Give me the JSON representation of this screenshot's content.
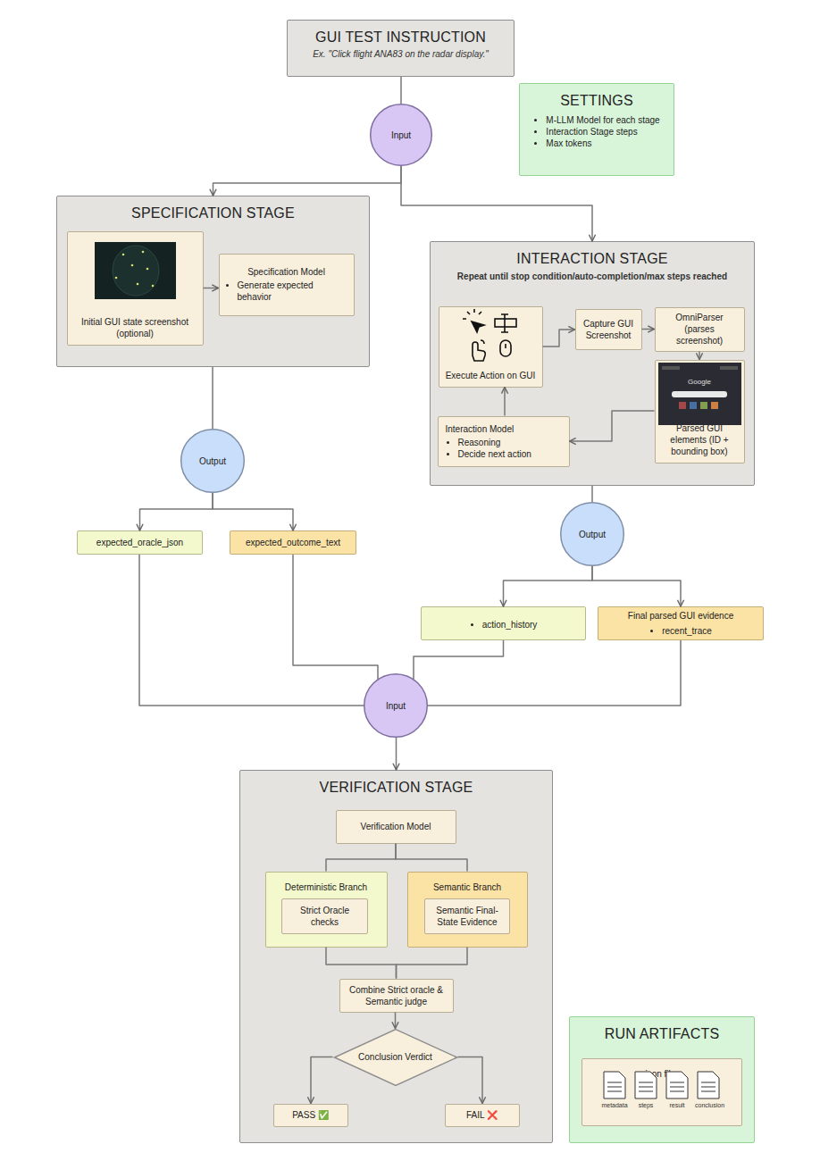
{
  "diagram": {
    "nodes": [
      {
        "text": [
          "GUI TEST INSTRUCTION",
          "Ex. \"Click flight ANA83 on the radar display.\""
        ]
      },
      {
        "text": [
          "SETTINGS",
          "M-LLM Model for each stage",
          "Interaction Stage steps",
          "Max tokens"
        ]
      },
      {
        "text": [
          "Input"
        ]
      },
      {
        "text": [
          "SPECIFICATION STAGE"
        ]
      },
      {
        "text": [
          "Initial GUI state screenshot (optional)"
        ],
        "in": 3
      },
      {
        "text": [
          "Specification Model",
          "Generate expected behavior"
        ],
        "in": 3
      },
      {
        "text": [
          "INTERACTION STAGE",
          "Repeat until stop condition/auto-completion/max steps reached"
        ]
      },
      {
        "text": [
          "Execute Action on GUI"
        ],
        "in": 6
      },
      {
        "text": [
          "Capture GUI Screenshot"
        ],
        "in": 6
      },
      {
        "text": [
          "OmniParser (parses screenshot)"
        ],
        "in": 6
      },
      {
        "text": [
          "Parsed GUI elements (ID + bounding box)"
        ],
        "in": 6
      },
      {
        "text": [
          "Interaction Model",
          "Reasoning",
          "Decide next action"
        ],
        "in": 6
      },
      {
        "text": [
          "Output"
        ]
      },
      {
        "text": [
          "expected_oracle_json"
        ]
      },
      {
        "text": [
          "expected_outcome_text"
        ]
      },
      {
        "text": [
          "Output"
        ]
      },
      {
        "text": [
          "action_history"
        ]
      },
      {
        "text": [
          "Final parsed GUI evidence",
          "recent_trace"
        ]
      },
      {
        "text": [
          "Input"
        ]
      },
      {
        "text": [
          "VERIFICATION STAGE"
        ]
      },
      {
        "text": [
          "Verification Model"
        ],
        "in": 19
      },
      {
        "text": [
          "Deterministic Branch"
        ],
        "in": 19
      },
      {
        "text": [
          "Strict Oracle checks"
        ],
        "in": 21
      },
      {
        "text": [
          "Semantic Branch"
        ],
        "in": 19
      },
      {
        "text": [
          "Semantic Final-State Evidence"
        ],
        "in": 23
      },
      {
        "text": [
          "Combine Strict oracle & Semantic judge"
        ],
        "in": 19
      },
      {
        "text": [
          "Conclusion Verdict"
        ],
        "in": 19
      },
      {
        "text": [
          "PASS ✅"
        ],
        "in": 19
      },
      {
        "text": [
          "FAIL ❌"
        ],
        "in": 19
      },
      {
        "text": [
          "RUN ARTIFACTS"
        ]
      },
      {
        "text": [
          ".json files"
        ],
        "in": 29
      }
    ],
    "edges": [
      {
        "from": 0,
        "to": 2,
        "arrow": "none"
      },
      {
        "from": 2,
        "to": 3,
        "arrow": "to"
      },
      {
        "from": 2,
        "to": 6,
        "arrow": "to"
      },
      {
        "from": 4,
        "to": 5,
        "arrow": "to"
      },
      {
        "from": 3,
        "to": 12,
        "arrow": "none"
      },
      {
        "from": 12,
        "to": 13,
        "arrow": "to"
      },
      {
        "from": 12,
        "to": 14,
        "arrow": "to"
      },
      {
        "from": 7,
        "to": 8,
        "arrow": "to"
      },
      {
        "from": 8,
        "to": 9,
        "arrow": "to"
      },
      {
        "from": 9,
        "to": 10,
        "arrow": "to"
      },
      {
        "from": 10,
        "to": 11,
        "arrow": "to"
      },
      {
        "from": 11,
        "to": 7,
        "arrow": "to"
      },
      {
        "from": 6,
        "to": 15,
        "arrow": "none"
      },
      {
        "from": 15,
        "to": 16,
        "arrow": "to"
      },
      {
        "from": 15,
        "to": 17,
        "arrow": "to"
      },
      {
        "from": 13,
        "to": 18,
        "arrow": "none"
      },
      {
        "from": 14,
        "to": 18,
        "arrow": "none"
      },
      {
        "from": 16,
        "to": 18,
        "arrow": "none"
      },
      {
        "from": 17,
        "to": 18,
        "arrow": "none"
      },
      {
        "from": 18,
        "to": 19,
        "arrow": "to"
      },
      {
        "from": 20,
        "to": 21,
        "arrow": "none"
      },
      {
        "from": 20,
        "to": 23,
        "arrow": "none"
      },
      {
        "from": 21,
        "to": 25,
        "arrow": "none"
      },
      {
        "from": 23,
        "to": 25,
        "arrow": "none"
      },
      {
        "from": 25,
        "to": 26,
        "arrow": "to"
      },
      {
        "from": 26,
        "to": 27,
        "arrow": "to"
      },
      {
        "from": 26,
        "to": 28,
        "arrow": "to"
      }
    ],
    "labels": [
      "Google",
      "metadata",
      "steps",
      "result",
      "conclusion"
    ]
  }
}
